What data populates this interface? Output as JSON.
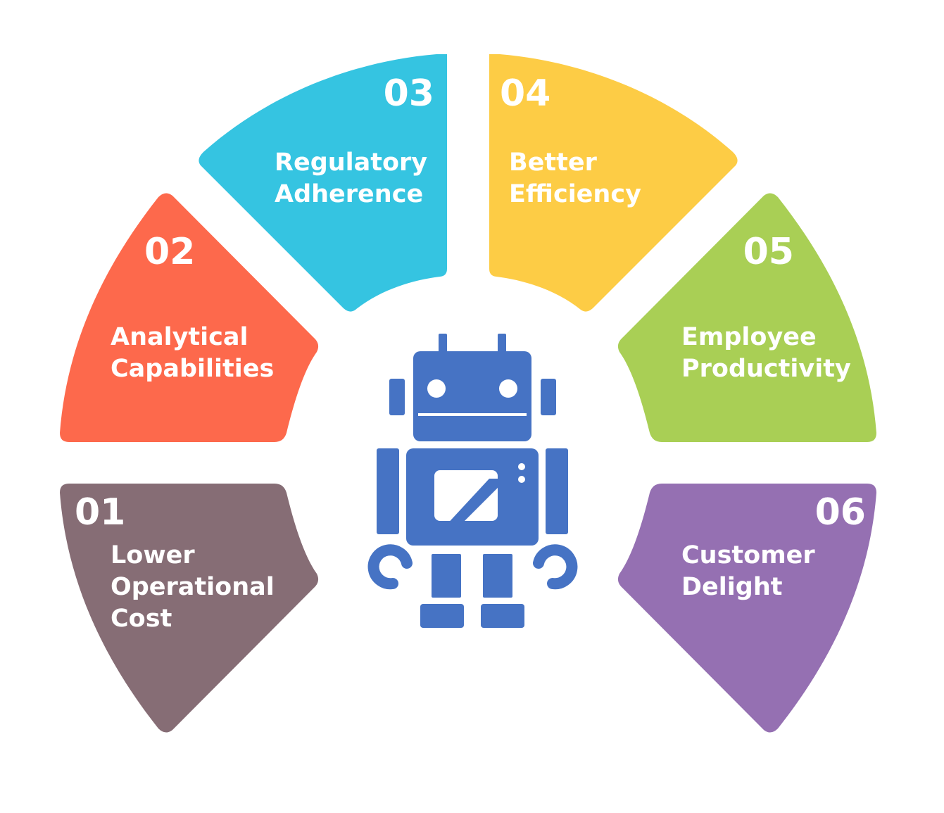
{
  "segments": [
    {
      "number": "01",
      "label_lines": [
        "Lower",
        "Operational",
        "Cost"
      ],
      "color": "#866d75"
    },
    {
      "number": "02",
      "label_lines": [
        "Analytical",
        "Capabilities"
      ],
      "color": "#fd694c"
    },
    {
      "number": "03",
      "label_lines": [
        "Regulatory",
        "Adherence"
      ],
      "color": "#35c4e1"
    },
    {
      "number": "04",
      "label_lines": [
        "Better",
        "Efficiency"
      ],
      "color": "#fdcc45"
    },
    {
      "number": "05",
      "label_lines": [
        "Employee",
        "Productivity"
      ],
      "color": "#a9cf55"
    },
    {
      "number": "06",
      "label_lines": [
        "Customer",
        "Delight"
      ],
      "color": "#9570b2"
    }
  ],
  "center_icon": {
    "name": "robot-icon",
    "color": "#4673c4"
  }
}
